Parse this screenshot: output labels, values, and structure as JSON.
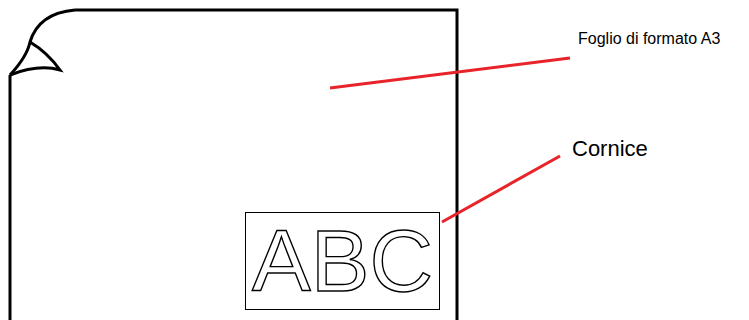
{
  "diagram": {
    "nodes": [
      {
        "text": [
          "ABC"
        ]
      }
    ],
    "labels": [
      "Foglio di formato A3",
      "Cornice"
    ]
  }
}
